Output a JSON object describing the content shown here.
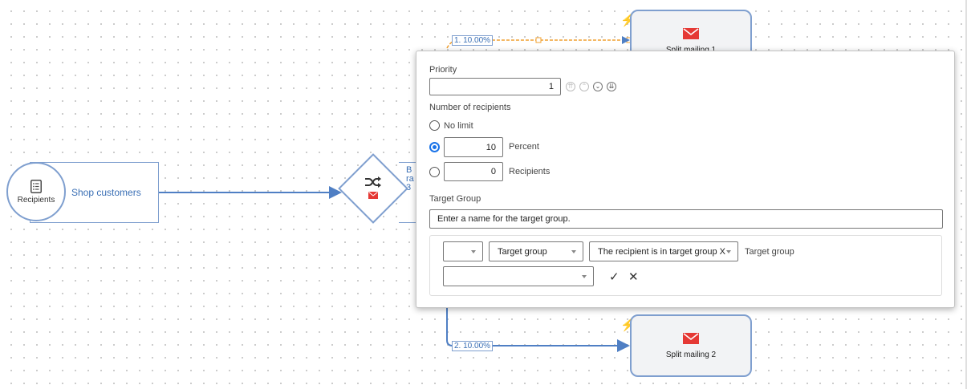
{
  "recipients_node": {
    "label": "Recipients",
    "name": "Shop customers"
  },
  "split_node": {
    "side_lines": [
      "B",
      "ra",
      "3"
    ]
  },
  "edges": {
    "edge1_label": "1. 10.00%",
    "edge2_label": "2. 10.00%"
  },
  "mailings": [
    {
      "label": "Split mailing 1"
    },
    {
      "label": "Split mailing 2"
    }
  ],
  "dialog": {
    "priority_label": "Priority",
    "priority_value": "1",
    "number_label": "Number of recipients",
    "no_limit_label": "No limit",
    "percent_value": "10",
    "percent_unit": "Percent",
    "recipients_value": "0",
    "recipients_unit": "Recipients",
    "selected_option": "percent",
    "target_group_label": "Target Group",
    "target_group_placeholder": "Enter a name for the target group.",
    "filter": {
      "operator_value": "",
      "field_value": "Target group",
      "condition_value": "The recipient is in target group X",
      "suffix_label": "Target group",
      "target_value": ""
    }
  },
  "colors": {
    "accent": "#3a6fb5",
    "node_border": "#7f9fcf",
    "mail_icon": "#e53935",
    "radio": "#1a73e8",
    "bolt": "#f5b301",
    "edge_orange": "#f0a030"
  },
  "icons": {
    "recipients": "document-list-icon",
    "split": "shuffle-icon",
    "mail": "envelope-icon",
    "trigger": "lightning-icon",
    "confirm": "check-icon",
    "cancel": "close-icon"
  }
}
